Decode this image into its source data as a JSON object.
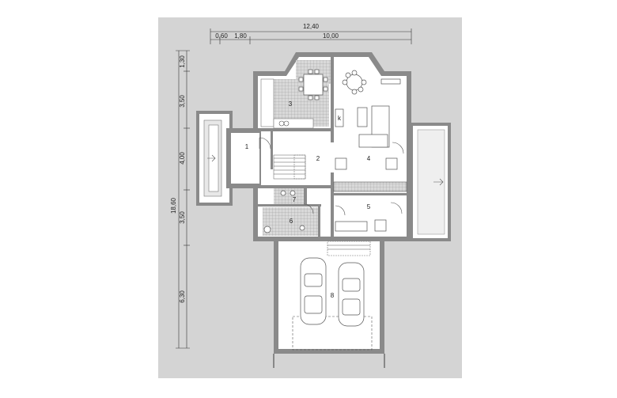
{
  "dimensions": {
    "top_total": "12,40",
    "top_segments": [
      "0,60",
      "1,80",
      "10,00"
    ],
    "left_total": "18,60",
    "left_segments": [
      "1,30",
      "3,50",
      "4,00",
      "3,50",
      "6,30"
    ]
  },
  "rooms": [
    "1",
    "2",
    "3",
    "4",
    "5",
    "6",
    "7",
    "8"
  ],
  "labels": {
    "kitchen_mark": "k"
  },
  "colors": {
    "background": "#d4d4d4",
    "wall": "#8a8a8a",
    "floor": "#ffffff"
  }
}
